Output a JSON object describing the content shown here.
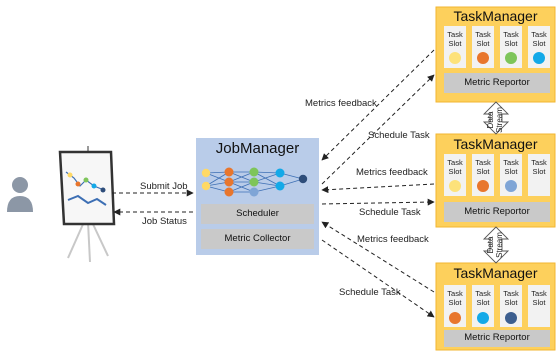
{
  "job_manager": {
    "title": "JobManager",
    "scheduler_label": "Scheduler",
    "metric_collector_label": "Metric Collector"
  },
  "task_managers": [
    {
      "title": "TaskManager",
      "slots": [
        {
          "line1": "Task",
          "line2": "Slot",
          "dot_color": "#fde27a"
        },
        {
          "line1": "Task",
          "line2": "Slot",
          "dot_color": "#e8762d"
        },
        {
          "line1": "Task",
          "line2": "Slot",
          "dot_color": "#7ec55a"
        },
        {
          "line1": "Task",
          "line2": "Slot",
          "dot_color": "#13a9e8"
        }
      ],
      "reporter_label": "Metric Reportor"
    },
    {
      "title": "TaskManager",
      "slots": [
        {
          "line1": "Task",
          "line2": "Slot",
          "dot_color": "#fde27a"
        },
        {
          "line1": "Task",
          "line2": "Slot",
          "dot_color": "#e8762d"
        },
        {
          "line1": "Task",
          "line2": "Slot",
          "dot_color": "#7fa5d6"
        },
        {
          "line1": "Task",
          "line2": "Slot",
          "dot_color": null
        }
      ],
      "reporter_label": "Metric Reportor"
    },
    {
      "title": "TaskManager",
      "slots": [
        {
          "line1": "Task",
          "line2": "Slot",
          "dot_color": "#e8762d"
        },
        {
          "line1": "Task",
          "line2": "Slot",
          "dot_color": "#13a9e8"
        },
        {
          "line1": "Task",
          "line2": "Slot",
          "dot_color": "#3d5f8f"
        },
        {
          "line1": "Task",
          "line2": "Slot",
          "dot_color": null
        }
      ],
      "reporter_label": "Metric Reportor"
    }
  ],
  "data_stream_label": {
    "line1": "Data",
    "line2": "Stream"
  },
  "edge_labels": {
    "submit_job": "Submit Job",
    "job_status": "Job Status",
    "metrics_feedback_1": "Metrics feedback",
    "schedule_task_1": "Schedule Task",
    "metrics_feedback_2": "Metrics feedback",
    "schedule_task_2": "Schedule Task",
    "metrics_feedback_3": "Metrics feedback",
    "schedule_task_3": "Schedule Task"
  },
  "colors": {
    "task_manager_fill": "#fdd05c",
    "task_manager_border": "#f2b631",
    "job_manager_fill": "#b9cce9",
    "gray_bar": "#c9c9c9",
    "slot_fill": "#f2f2f2",
    "user_icon": "#8c97a6"
  }
}
